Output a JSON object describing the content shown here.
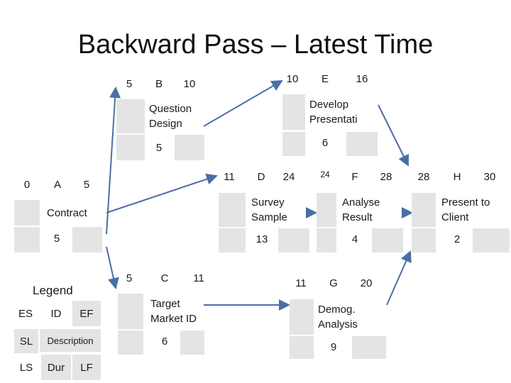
{
  "title": "Backward Pass – Latest Time",
  "activities": {
    "A": {
      "es": "0",
      "id": "A",
      "ef": "5",
      "desc": "Contract",
      "dur": "5"
    },
    "B": {
      "es": "5",
      "id": "B",
      "ef": "10",
      "desc": "Question Design",
      "dur": "5"
    },
    "C": {
      "es": "5",
      "id": "C",
      "ef": "11",
      "desc": "Target Market ID",
      "dur": "6"
    },
    "D": {
      "es": "11",
      "id": "D",
      "ef": "24",
      "desc": "Survey Sample",
      "dur": "13"
    },
    "E": {
      "es": "10",
      "id": "E",
      "ef": "16",
      "desc": "Develop Presentati",
      "dur": "6"
    },
    "F": {
      "es": "24",
      "id": "F",
      "ef": "28",
      "desc": "Analyse Result",
      "dur": "4"
    },
    "G": {
      "es": "11",
      "id": "G",
      "ef": "20",
      "desc": "Demog. Analysis",
      "dur": "9"
    },
    "H": {
      "es": "28",
      "id": "H",
      "ef": "30",
      "desc": "Present to Client",
      "dur": "2"
    }
  },
  "legend": {
    "title": "Legend",
    "es": "ES",
    "id": "ID",
    "ef": "EF",
    "sl": "SL",
    "description": "Description",
    "ls": "LS",
    "dur": "Dur",
    "lf": "LF"
  }
}
